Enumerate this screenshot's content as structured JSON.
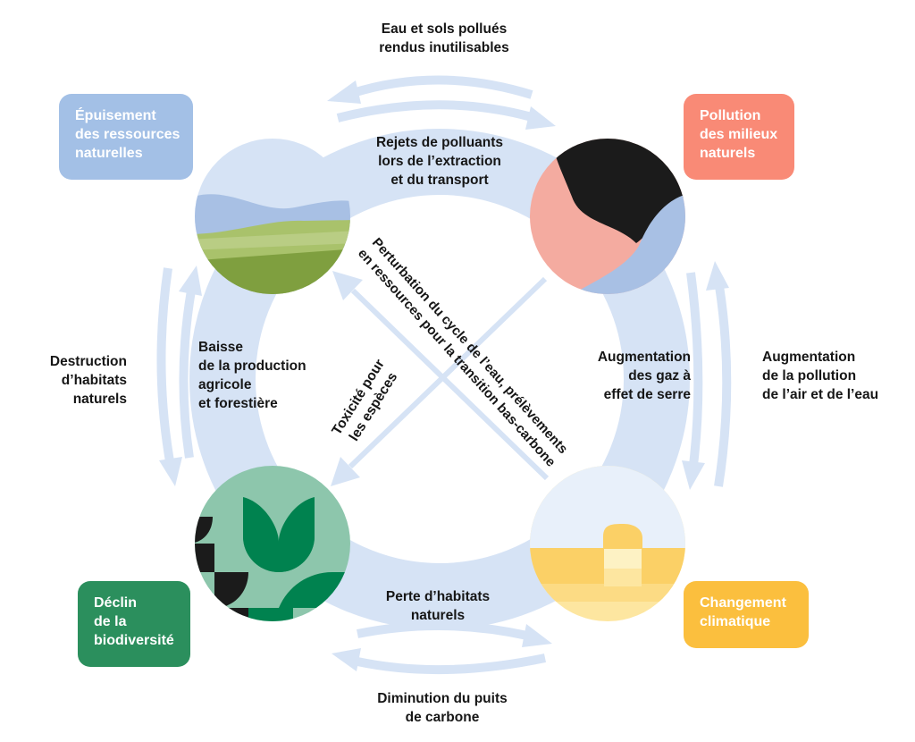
{
  "colors": {
    "ring": "#d6e3f5",
    "arrow": "#d6e3f5",
    "resources_box": "#a3c0e6",
    "pollution_box": "#f98a76",
    "climate_box": "#fbbf3e",
    "biodiversity_box": "#2b8f5d",
    "text": "#161616"
  },
  "boxes": {
    "resources": [
      "Épuisement",
      "des ressources",
      "naturelles"
    ],
    "pollution": [
      "Pollution",
      "des milieux",
      "naturels"
    ],
    "climate": [
      "Changement",
      "climatique"
    ],
    "biodiversity": [
      "Déclin",
      "de la",
      "biodiversité"
    ]
  },
  "outer_labels": {
    "top": [
      "Eau et sols pollués",
      "rendus inutilisables"
    ],
    "left": [
      "Destruction",
      "d’habitats",
      "naturels"
    ],
    "right": [
      "Augmentation",
      "de la pollution",
      "de l’air et de l’eau"
    ],
    "bottom": [
      "Diminution du puits",
      "de carbone"
    ]
  },
  "inner_labels": {
    "top": [
      "Rejets de polluants",
      "lors de l’extraction",
      "et du transport"
    ],
    "left": [
      "Baisse",
      "de la production",
      "agricole",
      "et forestière"
    ],
    "right": [
      "Augmentation",
      "des gaz à",
      "effet de serre"
    ],
    "bottom": [
      "Perte d’habitats",
      "naturels"
    ]
  },
  "diagonal_labels": {
    "toxicity": [
      "Toxicité pour",
      "les espèces"
    ],
    "water_cycle": [
      "Perturbation du cycle de l’eau, prélèvements",
      "en ressources pour la transition bas-carbone"
    ]
  }
}
